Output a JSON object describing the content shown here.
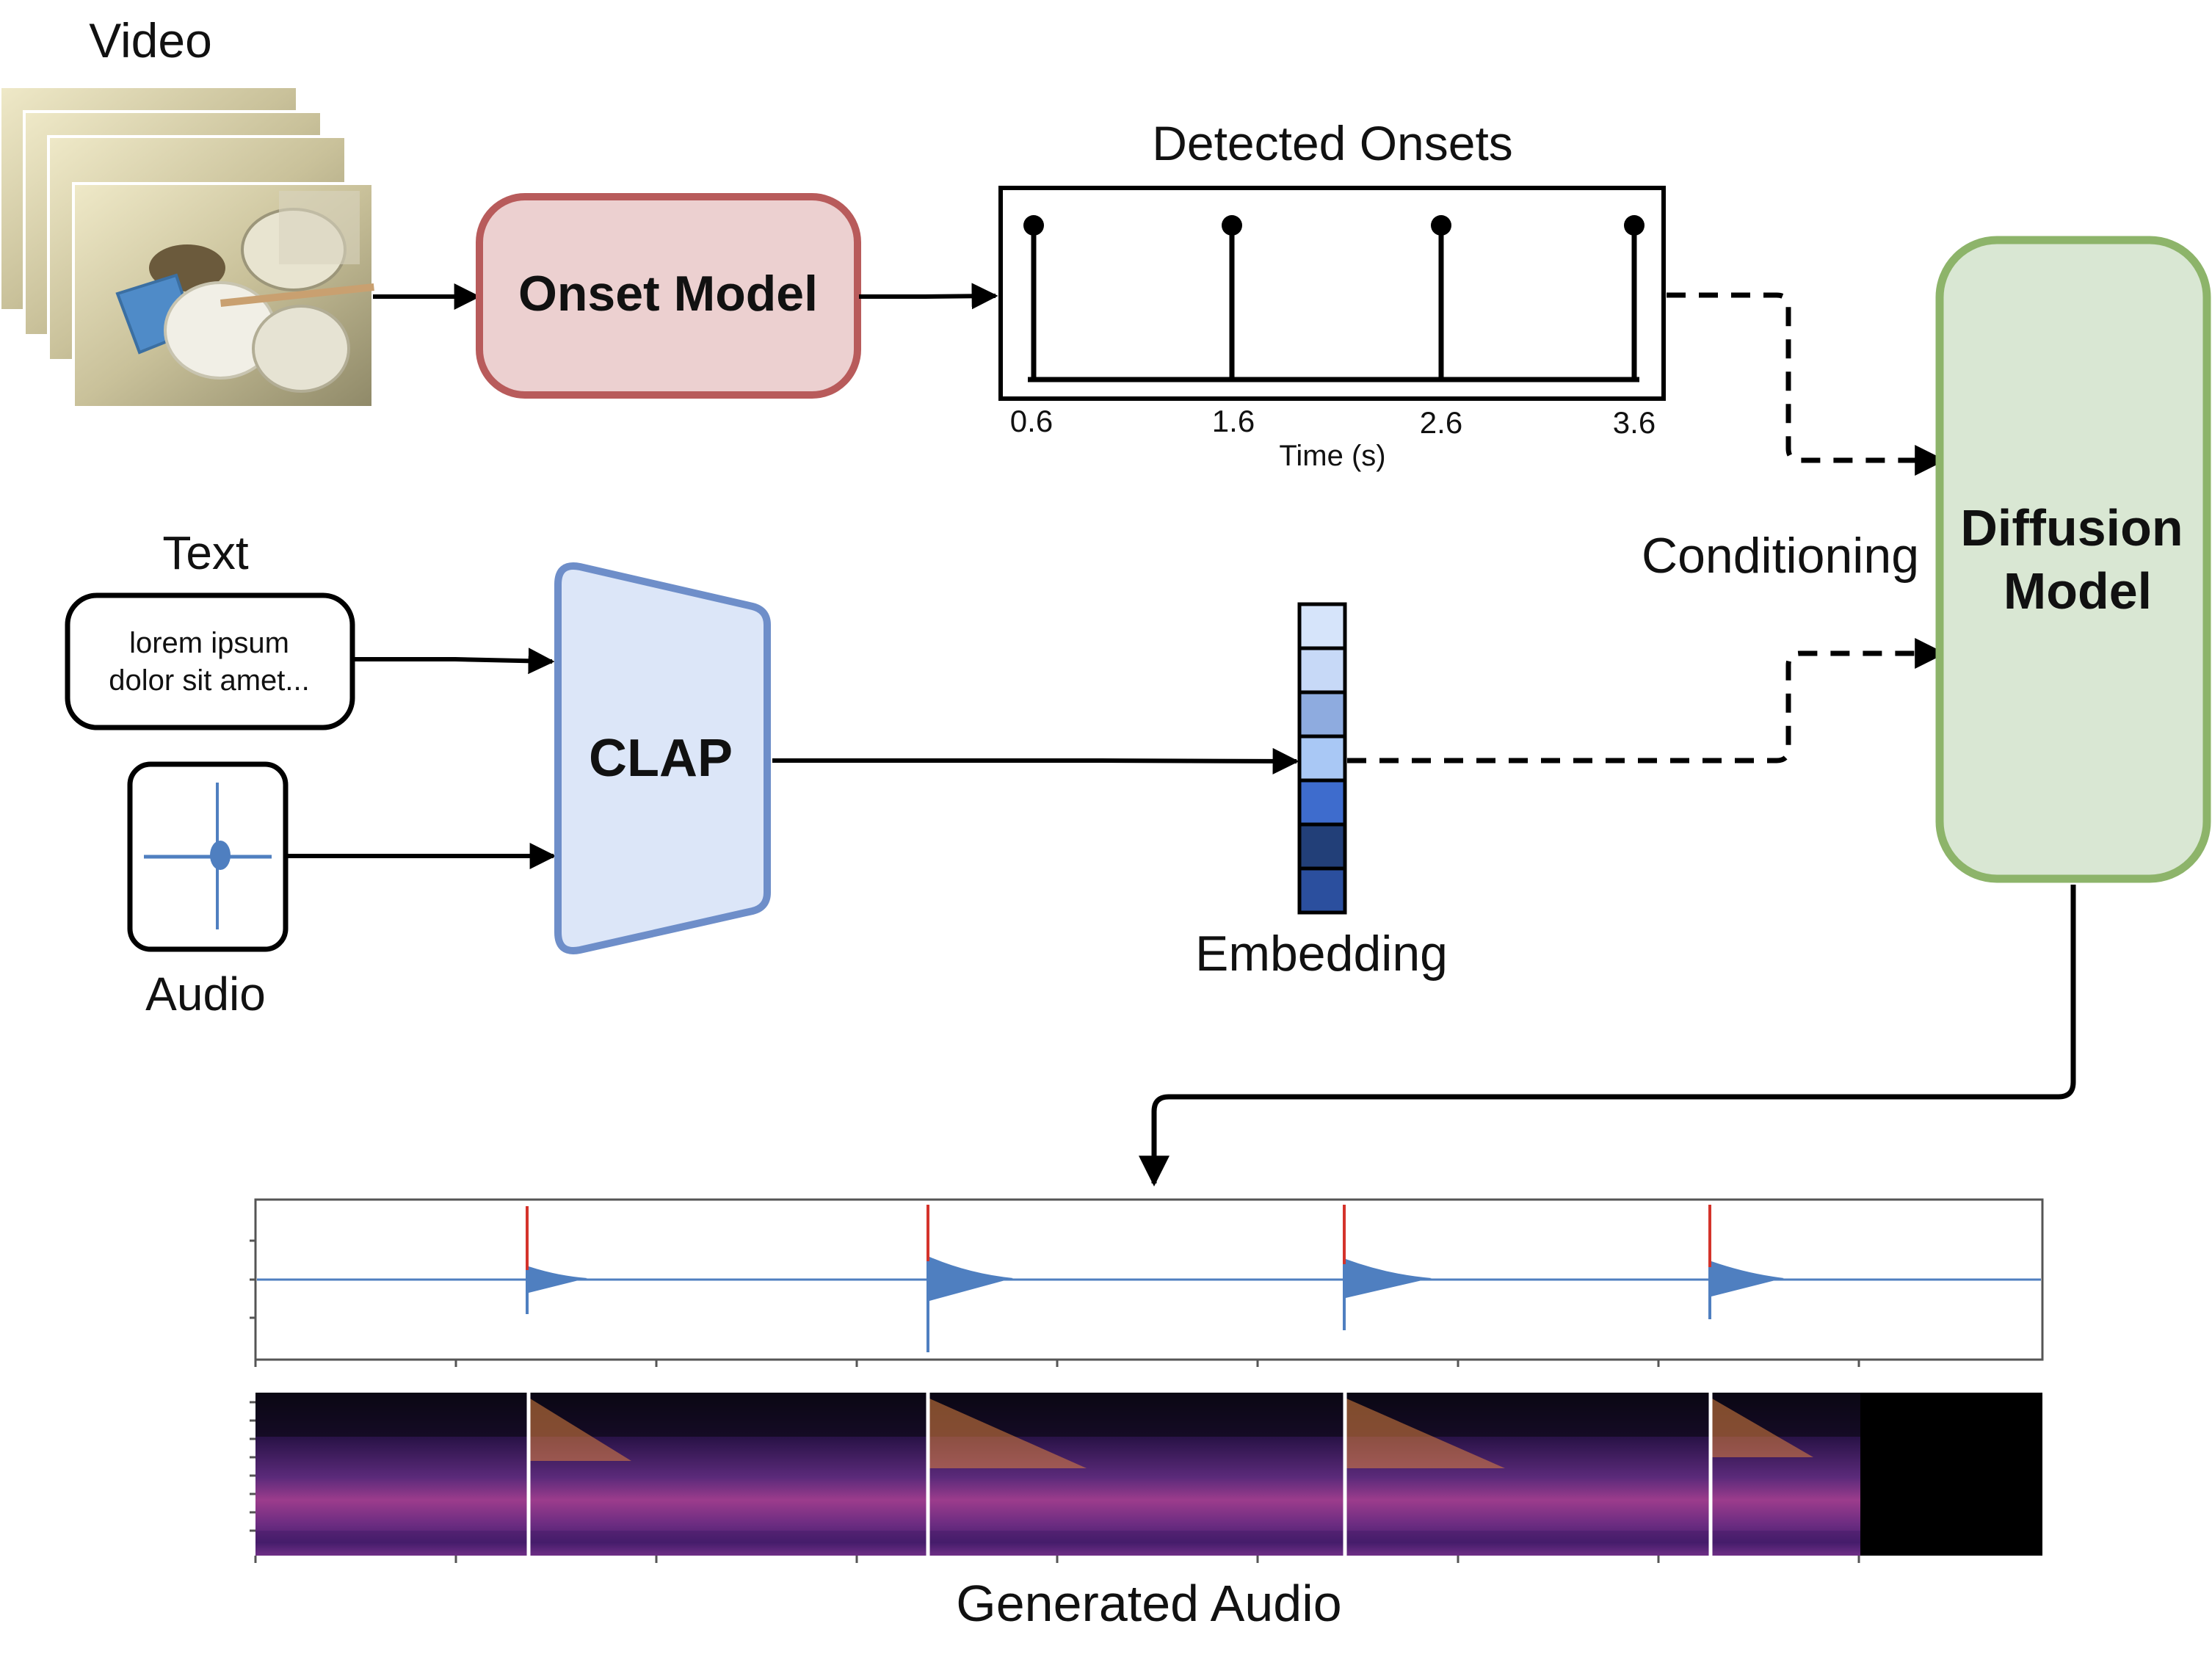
{
  "labels": {
    "video": "Video",
    "text": "Text",
    "audio": "Audio",
    "onset_model": "Onset Model",
    "detected_onsets": "Detected Onsets",
    "time_axis": "Time (s)",
    "conditioning": "Conditioning",
    "diffusion_line1": "Diffusion",
    "diffusion_line2": "Model",
    "clap": "CLAP",
    "embedding": "Embedding",
    "generated_audio": "Generated Audio"
  },
  "text_prompt": {
    "line1": "lorem ipsum",
    "line2": "dolor sit amet..."
  },
  "onset_ticks": [
    "0.6",
    "1.6",
    "2.6",
    "3.6"
  ],
  "embedding_cells": [
    "#d6e4fa",
    "#c7d9f7",
    "#8eabdf",
    "#a9c8f5",
    "#3e6ccd",
    "#223f78",
    "#2b4f9e"
  ],
  "colors": {
    "onset_fill": "#ecd0d0",
    "onset_stroke": "#b85b5b",
    "clap_fill": "#dce6f8",
    "clap_stroke": "#6e8ec9",
    "diffusion_fill": "#d9e7d3",
    "diffusion_stroke": "#8db46a",
    "waveform": "#4f7fc0",
    "onset_spike": "#d4332b"
  }
}
